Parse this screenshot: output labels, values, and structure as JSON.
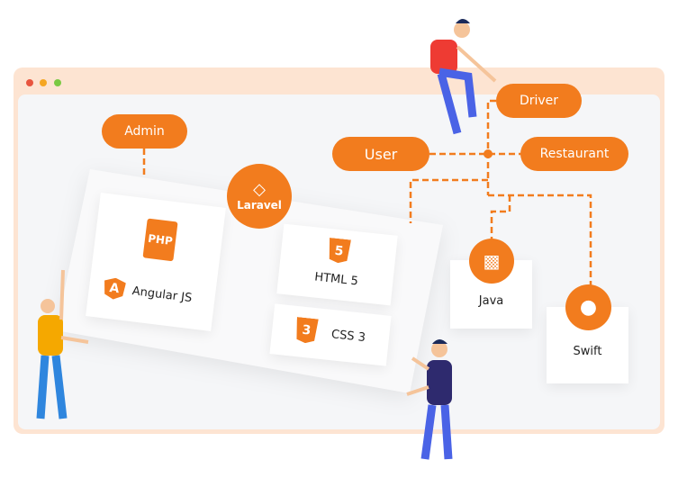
{
  "window": {
    "dots": [
      "#e8553f",
      "#f5a623",
      "#7ac943"
    ]
  },
  "accent": "#f27c1e",
  "roles": {
    "admin": "Admin",
    "user": "User",
    "driver": "Driver",
    "restaurant": "Restaurant"
  },
  "tech": {
    "laravel": "Laravel",
    "php": "PHP",
    "angular": "Angular JS",
    "angular_glyph": "A",
    "html5": "HTML 5",
    "html5_glyph": "5",
    "css3": "CSS 3",
    "css3_glyph": "3",
    "java": "Java",
    "swift": "Swift"
  }
}
